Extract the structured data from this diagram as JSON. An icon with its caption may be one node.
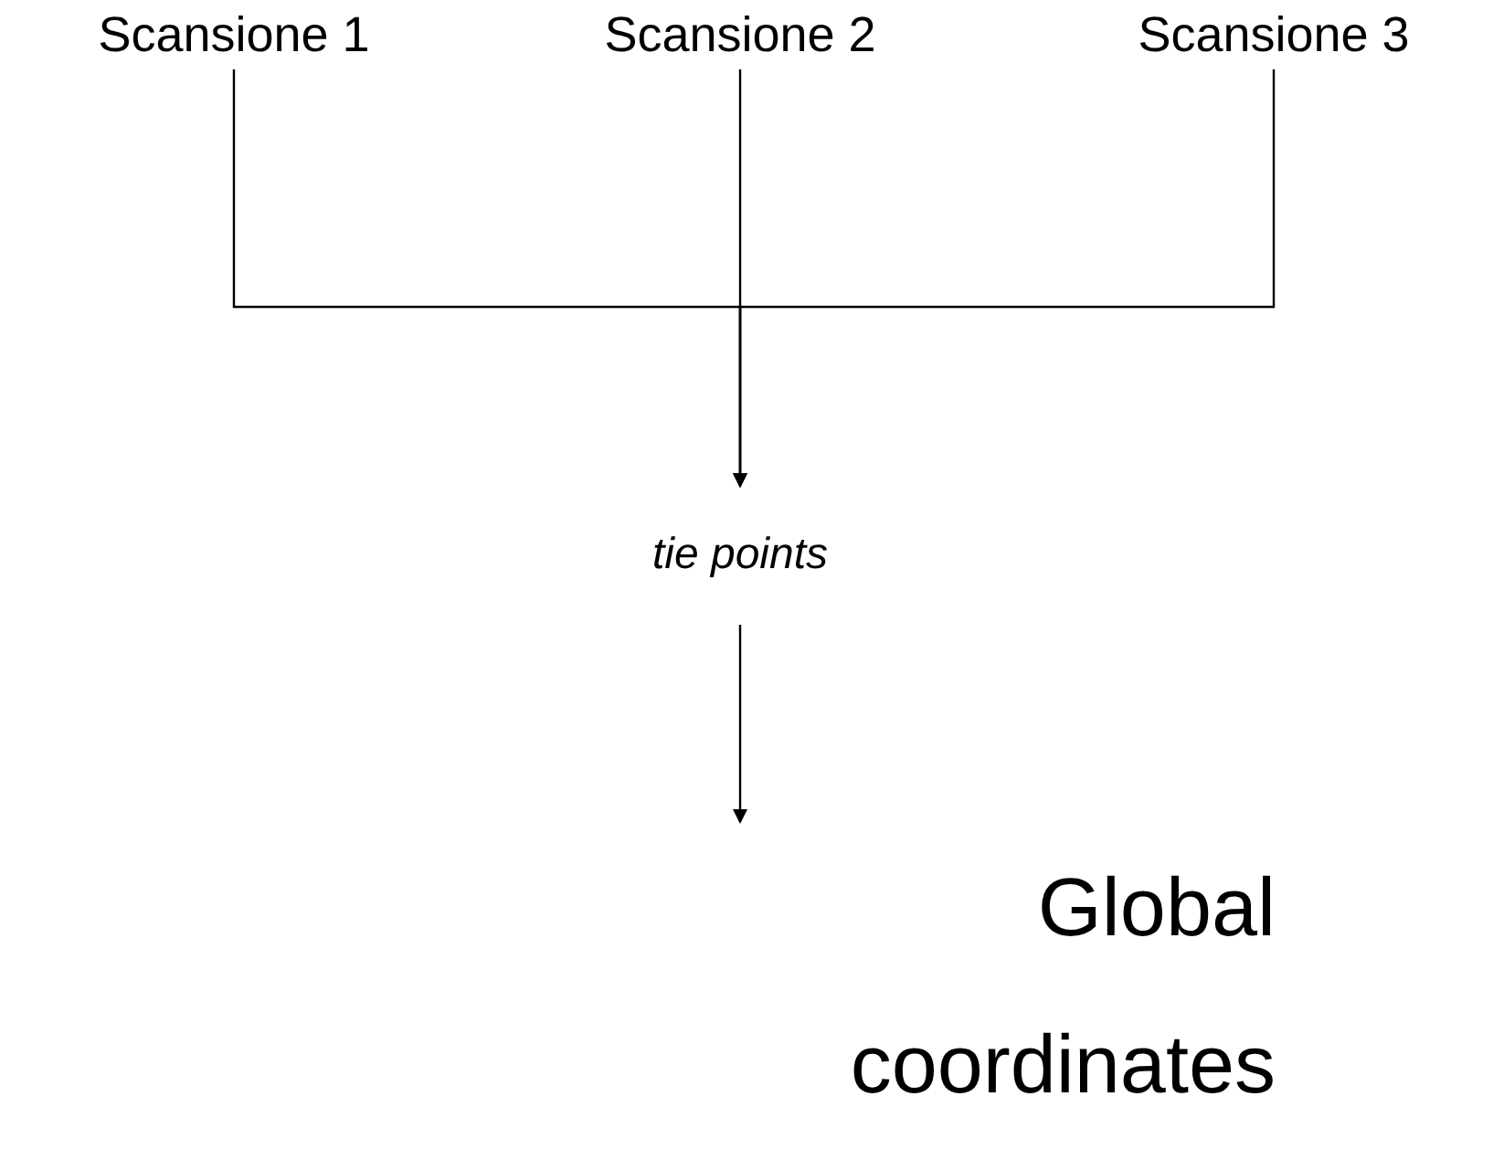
{
  "diagram": {
    "nodes": [
      {
        "text": [
          "Scansione 1"
        ]
      },
      {
        "text": [
          "Scansione 2"
        ]
      },
      {
        "text": [
          "Scansione 3"
        ]
      },
      {
        "text": [
          "tie points"
        ]
      },
      {
        "text": [
          "Global coordinates"
        ]
      }
    ],
    "edges": [
      {
        "from": 0,
        "to": 3,
        "arrow": "to"
      },
      {
        "from": 1,
        "to": 3,
        "arrow": "to"
      },
      {
        "from": 2,
        "to": 3,
        "arrow": "to"
      },
      {
        "from": 3,
        "to": 4,
        "arrow": "to"
      }
    ]
  }
}
